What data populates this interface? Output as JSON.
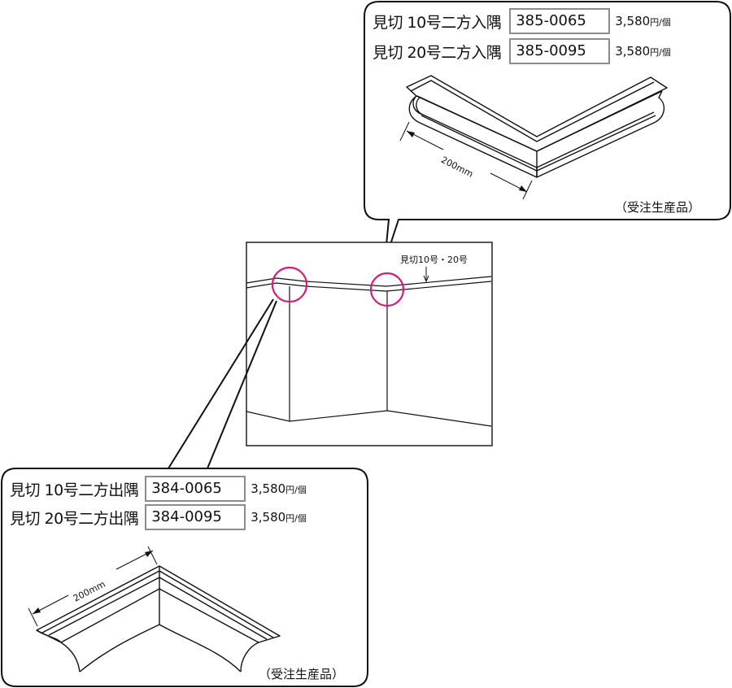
{
  "inner_corner": {
    "products": [
      {
        "name": "見切 10号二方入隅",
        "code": "385-0065",
        "price": "3,580",
        "unit": "円/個"
      },
      {
        "name": "見切 20号二方入隅",
        "code": "385-0095",
        "price": "3,580",
        "unit": "円/個"
      }
    ],
    "dimension": "200mm",
    "note": "（受注生産品）"
  },
  "outer_corner": {
    "products": [
      {
        "name": "見切 10号二方出隅",
        "code": "384-0065",
        "price": "3,580",
        "unit": "円/個"
      },
      {
        "name": "見切 20号二方出隅",
        "code": "384-0095",
        "price": "3,580",
        "unit": "円/個"
      }
    ],
    "dimension": "200mm",
    "note": "（受注生産品）"
  },
  "room_sketch": {
    "label": "見切10号・20号"
  },
  "colors": {
    "outline": "#111111",
    "code_border": "#8c8c8c",
    "highlight_circle": "#d6197c"
  }
}
